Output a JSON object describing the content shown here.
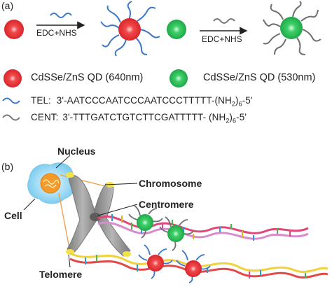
{
  "panel_a": {
    "label": "(a)",
    "reagent_left": "EDC+NHS",
    "reagent_right": "EDC+NHS",
    "qd_red_label": "CdSSe/ZnS QD (640nm)",
    "qd_green_label": "CdSSe/ZnS QD (530nm)",
    "tel_prefix": "TEL:",
    "tel_seq": "3'-AATCCCAATCCCAATCCCTTTTT-(NH",
    "tel_sub": "2",
    "tel_mid": ")",
    "tel_sub2": "6",
    "tel_end": "-5'",
    "cent_prefix": "CENT:",
    "cent_seq": "3'-TTTGATCTGTCTTCGATTTTT- (NH",
    "cent_sub": "2",
    "cent_mid": ")",
    "cent_sub2": "6",
    "cent_end": "-5'"
  },
  "panel_b": {
    "label": "(b)",
    "nucleus": "Nucleus",
    "cell": "Cell",
    "chromosome": "Chromosome",
    "centromere": "Centromere",
    "telomere": "Telomere"
  },
  "colors": {
    "red_qd": "#e0282c",
    "green_qd": "#22b24c",
    "tel_strand": "#3c78c8",
    "cent_strand": "#777777",
    "chromosome": "#9a9a9a",
    "telomere_tip": "#f2e24a",
    "cell": "#8fd3f2",
    "nucleus": "#f39a2a"
  }
}
